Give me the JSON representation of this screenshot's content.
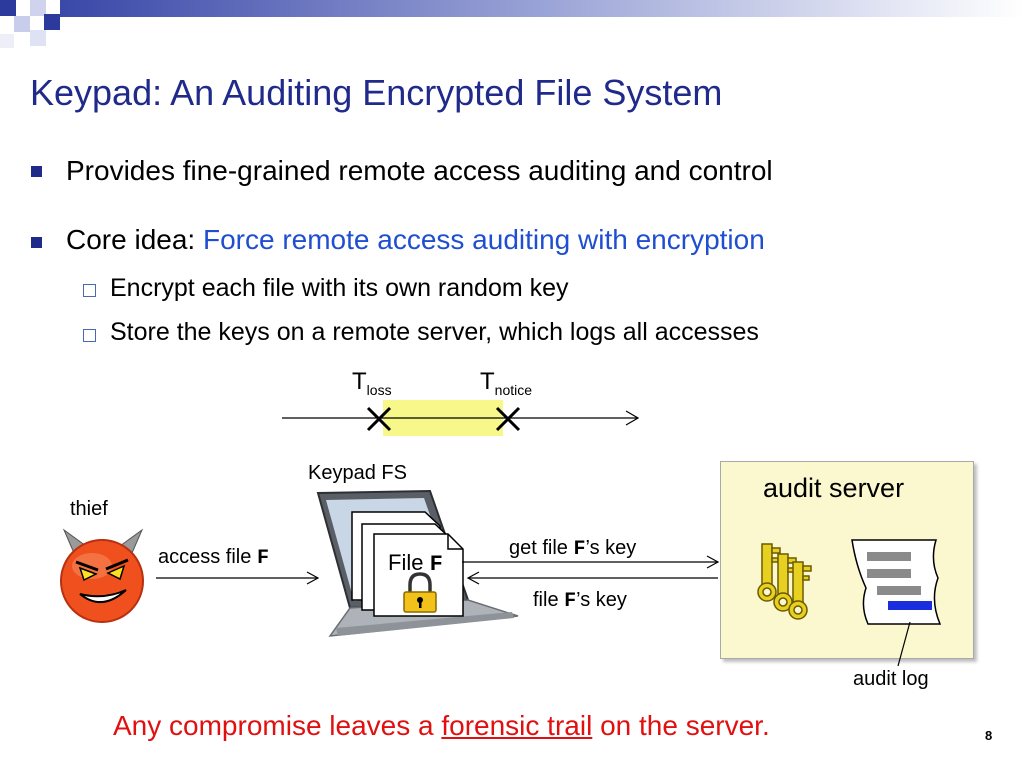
{
  "slide": {
    "title": "Keypad: An Auditing Encrypted File System",
    "bullets": [
      {
        "text": "Provides fine-grained remote access auditing and control"
      },
      {
        "prefix": "Core idea: ",
        "emphasis": "Force remote access auditing with encryption"
      }
    ],
    "sub_bullets": [
      "Encrypt each file with its own random key",
      "Store the keys on a remote server, which logs all accesses"
    ],
    "footer": {
      "before": "Any compromise leaves a ",
      "link": "forensic trail",
      "after": " on the server."
    },
    "page_number": "8"
  },
  "diagram": {
    "timeline": {
      "t_loss": {
        "base": "T",
        "sub": "loss"
      },
      "t_notice": {
        "base": "T",
        "sub": "notice"
      },
      "window_color": "#f8f88a"
    },
    "thief_label": "thief",
    "keypad_fs_label": "Keypad FS",
    "access_file": {
      "text": "access file ",
      "var": "F"
    },
    "file_doc": {
      "text": "File ",
      "var": "F"
    },
    "get_key": {
      "text": "get file ",
      "var": "F",
      "suffix": "’s key"
    },
    "return_key": {
      "text": "file ",
      "var": "F",
      "suffix": "’s  key"
    },
    "audit_server_label": "audit server",
    "audit_log_label": "audit log",
    "colors": {
      "title_blue": "#1f2a8a",
      "emphasis_blue": "#1f4fd0",
      "footer_red": "#e01010",
      "server_bg": "#fbf7cf"
    }
  }
}
